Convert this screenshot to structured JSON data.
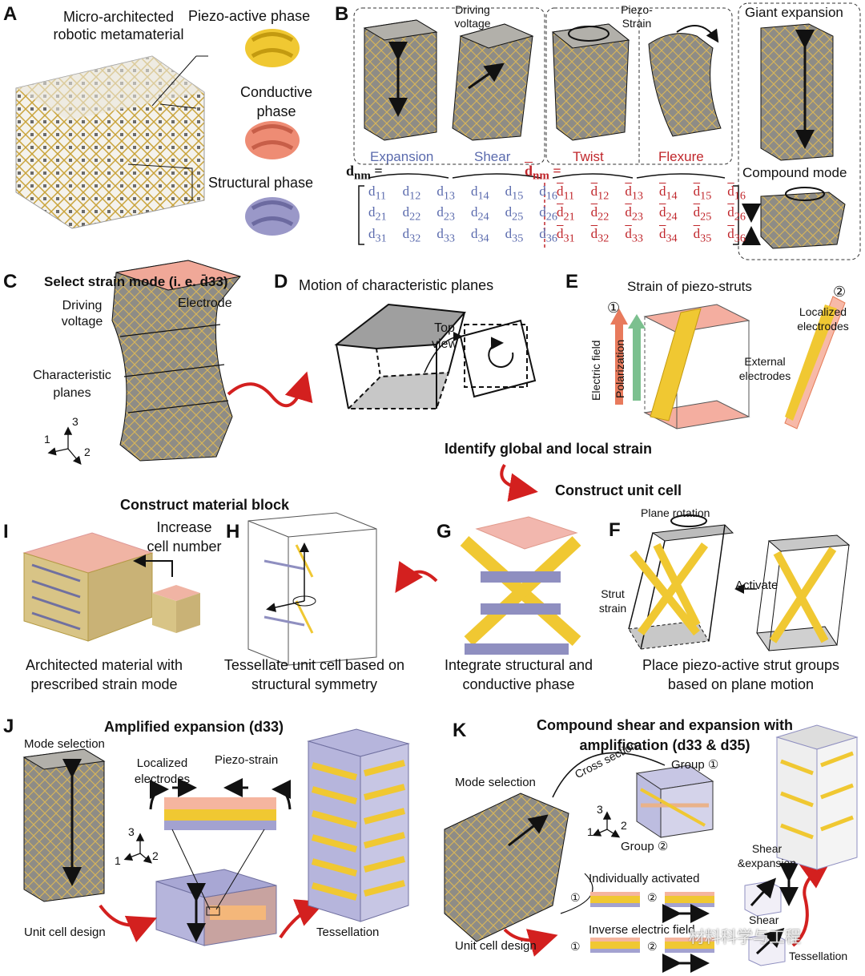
{
  "panels": {
    "A": {
      "letter": "A",
      "title": "Micro-architected\nrobotic metamaterial",
      "phases": [
        "Piezo-active phase",
        "Conductive\nphase",
        "Structural phase"
      ]
    },
    "B": {
      "letter": "B",
      "driving_voltage": "Driving\nvoltage",
      "piezo_strain": "Piezo-\nStrain",
      "modes": [
        "Expansion",
        "Shear",
        "Twist",
        "Flexure"
      ],
      "giant_expansion": "Giant expansion",
      "compound_mode": "Compound mode",
      "dnm": "d",
      "dnm_sub": "nm",
      "equals": "=",
      "matrix_blue": [
        [
          "d11",
          "d12",
          "d13",
          "d14",
          "d15",
          "d16"
        ],
        [
          "d21",
          "d22",
          "d23",
          "d24",
          "d25",
          "d26"
        ],
        [
          "d31",
          "d32",
          "d33",
          "d34",
          "d35",
          "d36"
        ]
      ]
    },
    "C": {
      "letter": "C",
      "title": "Select strain mode (i. e. d̄33)",
      "driving_voltage": "Driving\nvoltage",
      "electrode": "Electrode",
      "char_planes": "Characteristic\nplanes",
      "axes": [
        "1",
        "2",
        "3"
      ]
    },
    "D": {
      "letter": "D",
      "title": "Motion of characteristic planes",
      "top_view": "Top\nview"
    },
    "E": {
      "letter": "E",
      "title": "Strain of piezo-struts",
      "circ1": "①",
      "circ2": "②",
      "electric_field": "Electric field",
      "polarization": "Polarization",
      "external_electrodes": "External\nelectrodes",
      "localized_electrodes": "Localized\nelectrodes"
    },
    "flow": {
      "identify": "Identify global and local strain",
      "construct_unit": "Construct unit cell",
      "construct_block": "Construct material block"
    },
    "F": {
      "letter": "F",
      "plane_rotation": "Plane rotation",
      "strut_strain": "Strut\nstrain",
      "activate": "Activate",
      "caption": "Place piezo-active strut groups\nbased on plane motion"
    },
    "G": {
      "letter": "G",
      "caption": "Integrate structural and\nconductive phase"
    },
    "H": {
      "letter": "H",
      "caption": "Tessellate unit cell based on\nstructural symmetry"
    },
    "I": {
      "letter": "I",
      "increase": "Increase\ncell number",
      "caption": "Architected material with\nprescribed strain mode"
    },
    "J": {
      "letter": "J",
      "title": "Amplified expansion (d33)",
      "mode_selection": "Mode selection",
      "localized": "Localized\nelectrodes",
      "piezo_strain": "Piezo-strain",
      "unit_cell_design": "Unit cell design",
      "tessellation": "Tessellation",
      "axes": [
        "1",
        "2",
        "3"
      ]
    },
    "K": {
      "letter": "K",
      "title": "Compound shear and expansion with\namplification (d33 & d35)",
      "mode_selection": "Mode selection",
      "cross_section": "Cross section",
      "group1": "Group ①",
      "group2": "Group ②",
      "individually": "Individually activated",
      "inverse": "Inverse electric field",
      "shear_expansion": "Shear\n&expansion",
      "shear": "Shear",
      "unit_cell_design": "Unit cell design",
      "tessellation": "Tessellation",
      "c1": "①",
      "c2": "②",
      "axes": [
        "1",
        "2",
        "3"
      ]
    },
    "watermark": "材料科学与工程"
  },
  "colors": {
    "gold": "#e8c23a",
    "salmon": "#ea8e7a",
    "lavender": "#8f8fc0",
    "red": "#c8232b",
    "blue": "#4a5db0",
    "gray": "#9b9b9b"
  }
}
